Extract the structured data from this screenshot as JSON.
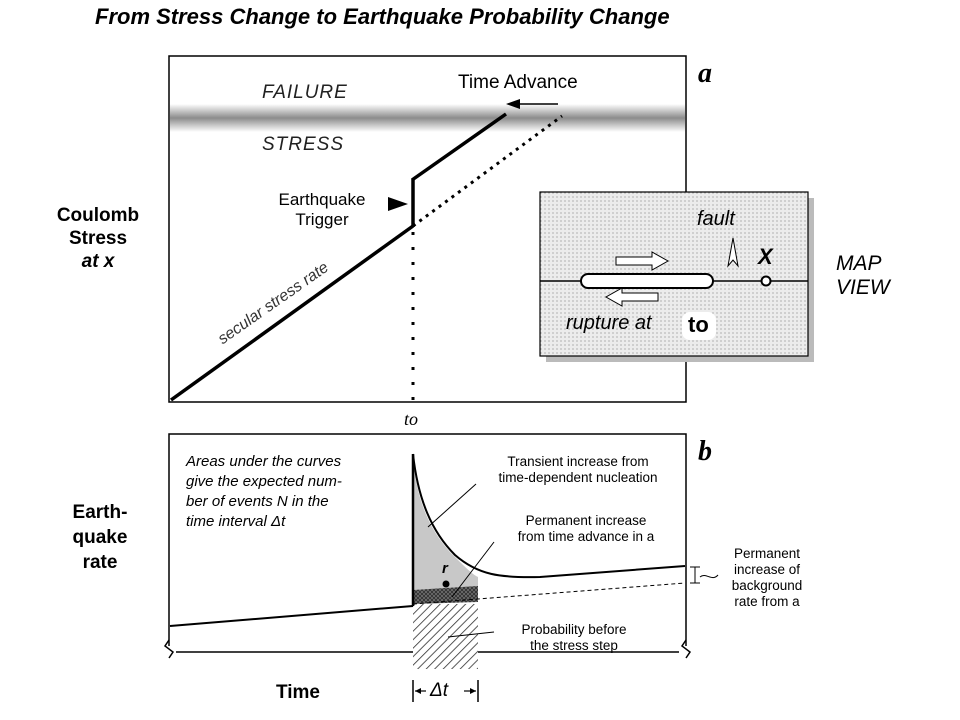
{
  "title": "From Stress Change to Earthquake Probability Change",
  "panel_a": {
    "letter": "a",
    "ylabel_line1": "Coulomb",
    "ylabel_line2": "Stress",
    "ylabel_line3": "at x",
    "failure_label": "FAILURE",
    "stress_label": "STRESS",
    "time_advance": "Time Advance",
    "trigger_line1": "Earthquake",
    "trigger_line2": "Trigger",
    "secular_label": "secular stress rate",
    "t0_label": "to"
  },
  "map_inset": {
    "fault_label": "fault",
    "x_label": "X",
    "rupture_label": "rupture at",
    "rupture_time": "to",
    "map_view_line1": "MAP",
    "map_view_line2": "VIEW"
  },
  "panel_b": {
    "letter": "b",
    "ylabel_line1": "Earth-",
    "ylabel_line2": "quake",
    "ylabel_line3": "rate",
    "note_line1": "Areas under the curves",
    "note_line2": "give the expected num-",
    "note_line3": "ber of events N in the",
    "note_line4": "time interval Δt",
    "transient_line1": "Transient increase from",
    "transient_line2": "time-dependent nucleation",
    "permanent_line1": "Permanent increase",
    "permanent_line2": "from time advance in a",
    "r_label": "r",
    "prob_line1": "Probability before",
    "prob_line2": "the stress step",
    "bg_line1": "Permanent",
    "bg_line2": "increase of",
    "bg_line3": "background",
    "bg_line4": "rate from a",
    "xlabel": "Time",
    "dt_label": "Δt"
  },
  "colors": {
    "failure_band": "#9a9a9a",
    "map_fill": "#e2e2e2",
    "transient_fill": "#c8c8c8"
  }
}
